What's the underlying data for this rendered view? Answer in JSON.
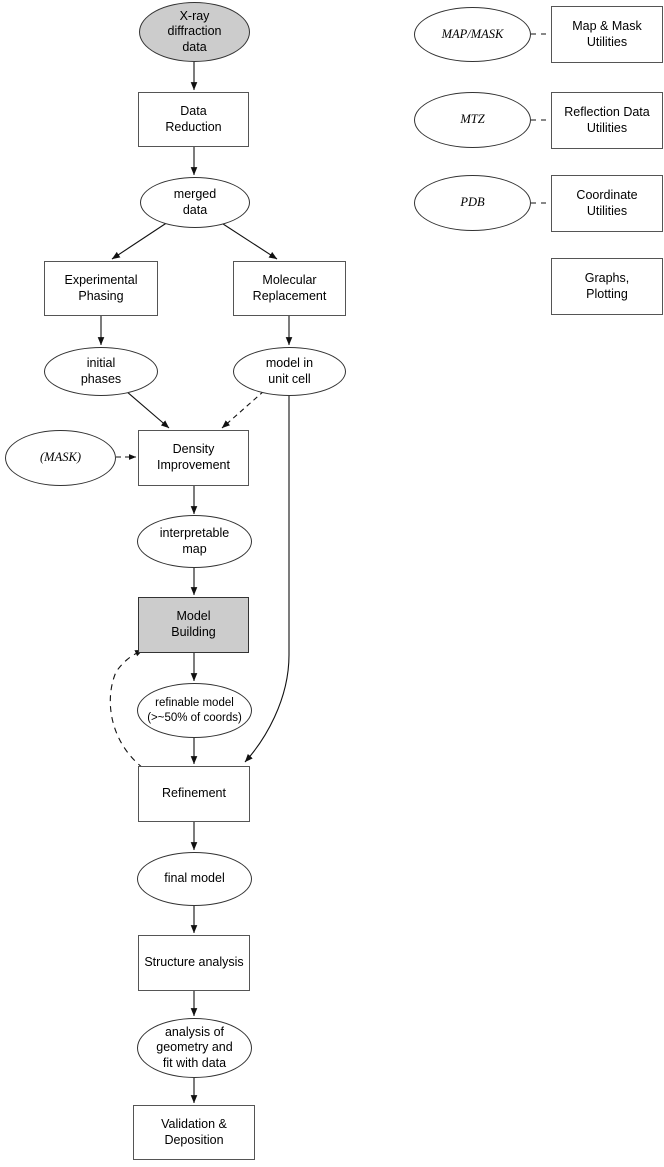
{
  "diagram": {
    "title": "Macromolecular crystallography structure solution flowchart",
    "colors": {
      "shaded_fill": "#cccccc",
      "node_fill": "#ffffff",
      "stroke": "#333333",
      "box_stroke": "#555555"
    },
    "main_flow": [
      {
        "id": "xray",
        "label": "X-ray\ndiffraction\ndata",
        "shape": "oval",
        "shaded": true
      },
      {
        "id": "datared",
        "label": "Data\nReduction",
        "shape": "box",
        "shaded": false
      },
      {
        "id": "merged",
        "label": "merged\ndata",
        "shape": "oval",
        "shaded": false
      },
      {
        "id": "expphasing",
        "label": "Experimental\nPhasing",
        "shape": "box",
        "shaded": false
      },
      {
        "id": "molrep",
        "label": "Molecular\nReplacement",
        "shape": "box",
        "shaded": false
      },
      {
        "id": "initphases",
        "label": "initial\nphases",
        "shape": "oval",
        "shaded": false
      },
      {
        "id": "modelcell",
        "label": "model in\nunit cell",
        "shape": "oval",
        "shaded": false
      },
      {
        "id": "mask",
        "label": "(MASK)",
        "shape": "oval",
        "shaded": false,
        "italic": true
      },
      {
        "id": "density",
        "label": "Density\nImprovement",
        "shape": "box",
        "shaded": false
      },
      {
        "id": "interpmap",
        "label": "interpretable\nmap",
        "shape": "oval",
        "shaded": false
      },
      {
        "id": "modelbuild",
        "label": "Model\nBuilding",
        "shape": "box",
        "shaded": true
      },
      {
        "id": "refmodel",
        "label": "refinable model\n(>~50% of coords)",
        "shape": "oval",
        "shaded": false
      },
      {
        "id": "refinement",
        "label": "Refinement",
        "shape": "box",
        "shaded": false
      },
      {
        "id": "finalmodel",
        "label": "final model",
        "shape": "oval",
        "shaded": false
      },
      {
        "id": "structana",
        "label": "Structure analysis",
        "shape": "box",
        "shaded": false
      },
      {
        "id": "geomfit",
        "label": "analysis of\ngeometry and\nfit with data",
        "shape": "oval",
        "shaded": false
      },
      {
        "id": "validation",
        "label": "Validation & Deposition",
        "shape": "box",
        "shaded": false
      }
    ],
    "legend": [
      {
        "id": "mapmask",
        "oval_label": "MAP/MASK",
        "box_label": "Map & Mask\nUtilities",
        "has_oval": true,
        "connector": "dashed"
      },
      {
        "id": "mtz",
        "oval_label": "MTZ",
        "box_label": "Reflection Data\nUtilities",
        "has_oval": true,
        "connector": "dashed"
      },
      {
        "id": "pdb",
        "oval_label": "PDB",
        "box_label": "Coordinate\nUtilities",
        "has_oval": true,
        "connector": "dashed"
      },
      {
        "id": "graphs",
        "oval_label": "",
        "box_label": "Graphs,\nPlotting",
        "has_oval": false,
        "connector": "none"
      }
    ]
  }
}
